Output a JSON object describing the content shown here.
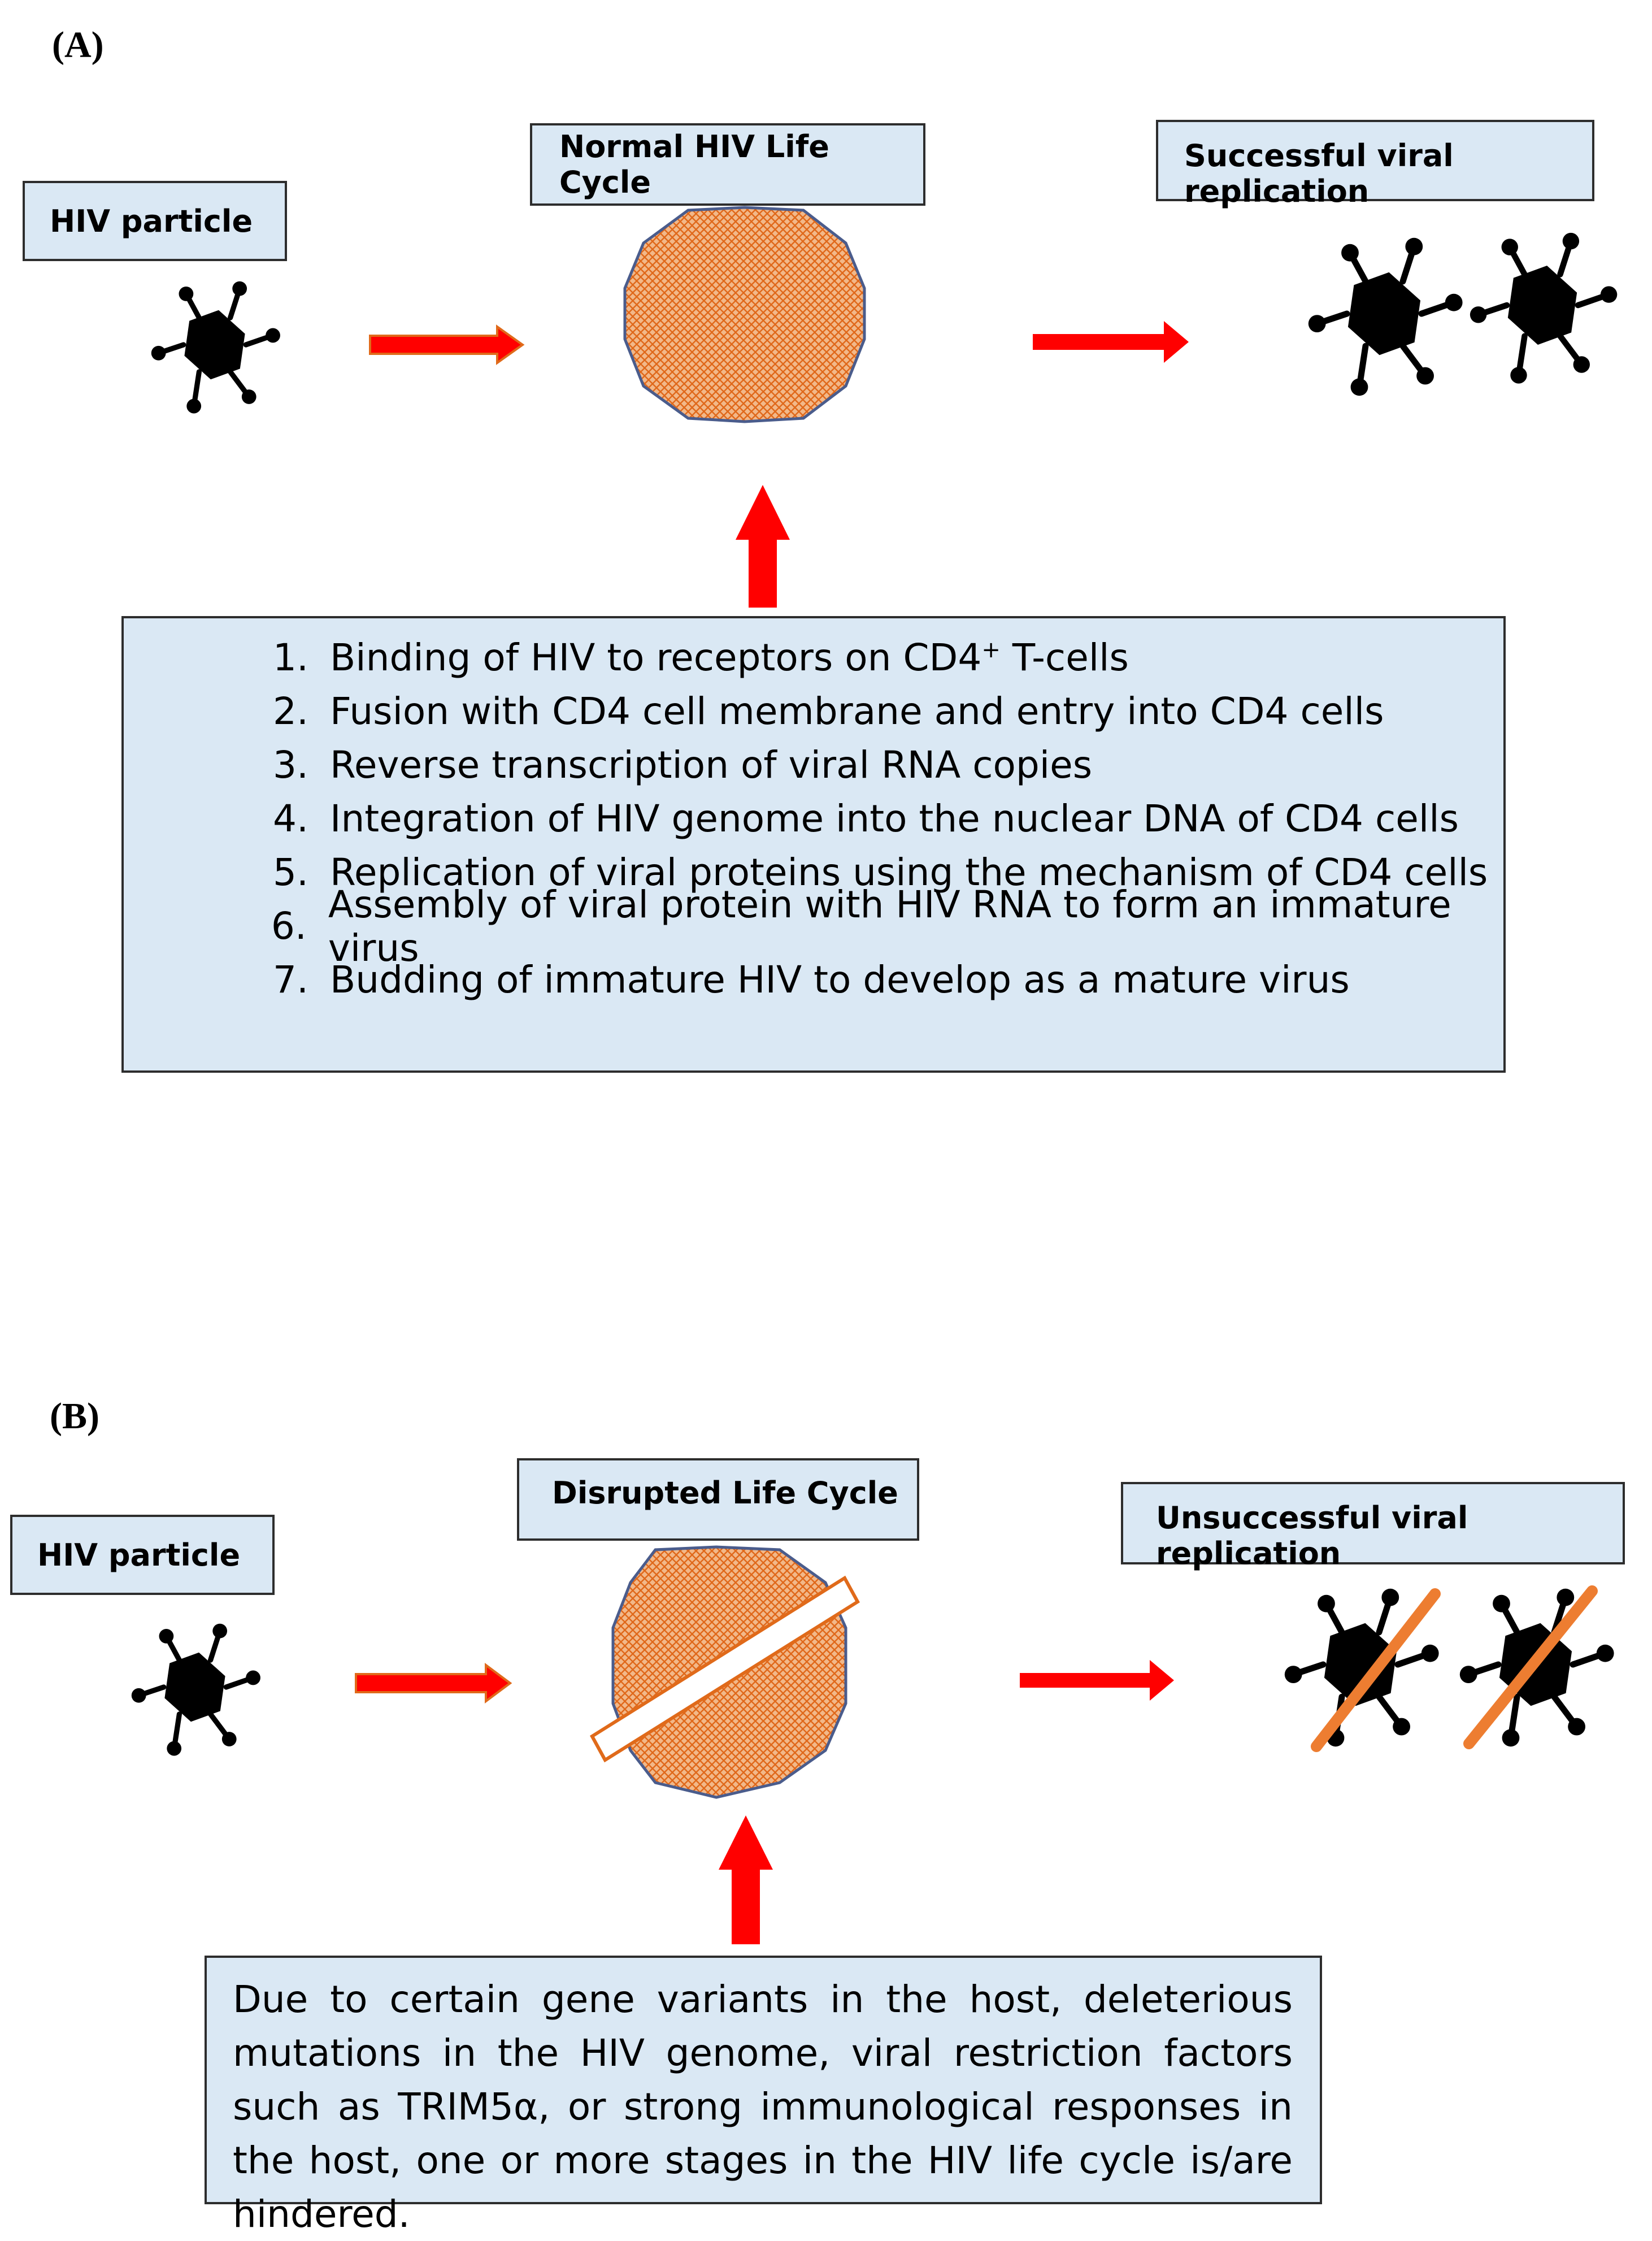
{
  "panel_a": {
    "label": "(A)",
    "hiv_particle": "HIV particle",
    "cycle_title": "Normal HIV Life Cycle",
    "outcome": "Successful viral replication",
    "steps": [
      {
        "num": "1.",
        "text": "Binding of HIV to receptors on CD4",
        "sup": "+",
        "tail": " T-cells"
      },
      {
        "num": "2.",
        "text": "Fusion with CD4 cell membrane and entry into CD4 cells"
      },
      {
        "num": "3.",
        "text": "Reverse transcription of viral RNA copies"
      },
      {
        "num": "4.",
        "text": "Integration of HIV genome into the nuclear DNA of CD4 cells"
      },
      {
        "num": "5.",
        "text": "Replication of viral proteins using the mechanism of CD4 cells"
      },
      {
        "num": "6.",
        "text": "Assembly of viral protein with HIV RNA to form an immature virus"
      },
      {
        "num": "7.",
        "text": "Budding of immature HIV to develop as a mature virus"
      }
    ]
  },
  "panel_b": {
    "label": "(B)",
    "hiv_particle": "HIV particle",
    "cycle_title": "Disrupted Life Cycle",
    "outcome": "Unsuccessful viral replication",
    "description": "Due to certain gene variants in the host, deleterious mutations in the HIV genome, viral restriction factors such as TRIM5α, or strong immunological responses in the host, one or more stages in the HIV life cycle is/are hindered."
  },
  "colors": {
    "box_fill": "#dae8f4",
    "arrow": "#ff0000",
    "cell_fill": "#f2b889",
    "cell_border": "#4a5c8c",
    "strike": "#ed7d31"
  },
  "icons": [
    "virus-icon",
    "cell-icon",
    "arrow-right-icon",
    "arrow-up-icon",
    "block-bar-icon",
    "strike-line-icon"
  ]
}
